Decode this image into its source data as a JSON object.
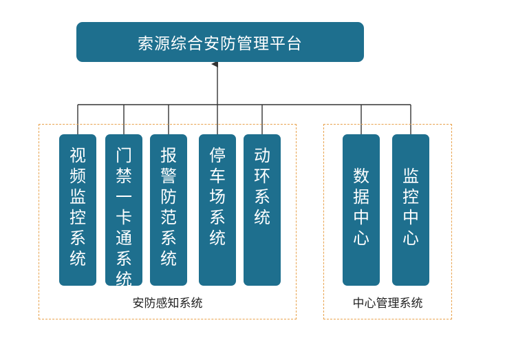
{
  "root": {
    "label": "索源综合安防管理平台"
  },
  "groups": {
    "sensing": {
      "label": "安防感知系统",
      "items": [
        {
          "label": "视频监控系统"
        },
        {
          "label": "门禁一卡通系统"
        },
        {
          "label": "报警防范系统"
        },
        {
          "label": "停车场系统"
        },
        {
          "label": "动环系统"
        }
      ]
    },
    "center": {
      "label": "中心管理系统",
      "items": [
        {
          "label": "数据中心"
        },
        {
          "label": "监控中心"
        }
      ]
    }
  },
  "colors": {
    "box_fill": "#1e6f8e",
    "group_border": "#e8a14a",
    "line": "#333333"
  }
}
